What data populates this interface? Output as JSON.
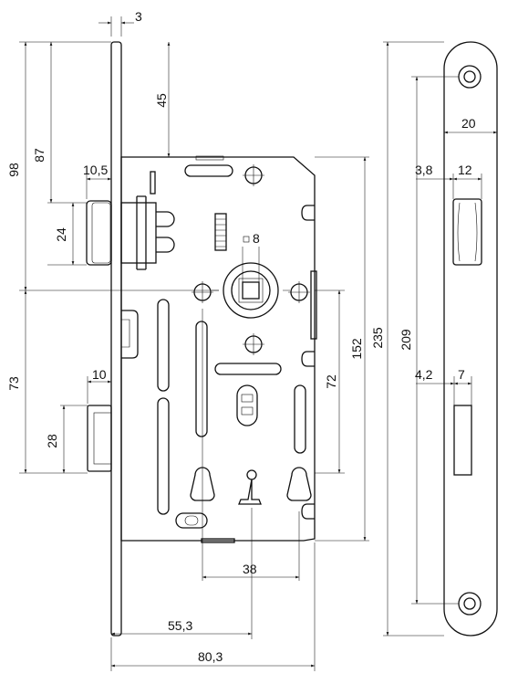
{
  "dimensions": {
    "faceplate_thickness": "3",
    "top_to_latch_center": "98",
    "top_to_latch_top": "87",
    "top_to_case": "45",
    "latch_projection": "10,5",
    "latch_height": "24",
    "spindle_square": "8",
    "spindle_to_bolt": "73",
    "bolt_projection": "10",
    "bolt_height": "28",
    "spindle_to_key": "72",
    "case_height": "152",
    "faceplate_height": "235",
    "backset": "55,3",
    "lock_depth": "80,3",
    "hole_spacing": "38",
    "strike_width": "20",
    "strike_latch_offset": "3,8",
    "strike_latch_width": "12",
    "strike_screw_distance": "209",
    "strike_bolt_offset": "4,2",
    "strike_bolt_width": "7"
  }
}
